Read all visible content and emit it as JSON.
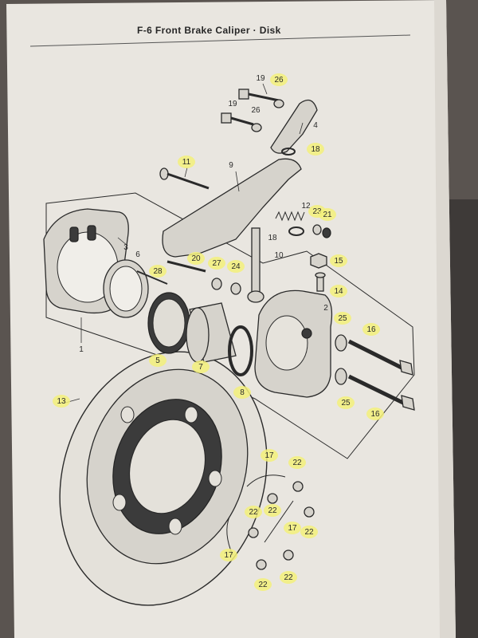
{
  "title": "F-6   Front Brake Caliper · Disk",
  "colors": {
    "paper": "#e9e6e0",
    "ink": "#2a2a2a",
    "highlighter": "#f3f07a",
    "background": "#5a5450"
  },
  "callouts": [
    {
      "id": "c19a",
      "label": "19",
      "highlight": false
    },
    {
      "id": "c26a",
      "label": "26",
      "highlight": true
    },
    {
      "id": "c19b",
      "label": "19",
      "highlight": false
    },
    {
      "id": "c26b",
      "label": "26",
      "highlight": false
    },
    {
      "id": "c4",
      "label": "4",
      "highlight": false
    },
    {
      "id": "c18a",
      "label": "18",
      "highlight": true
    },
    {
      "id": "c11",
      "label": "11",
      "highlight": true
    },
    {
      "id": "c9",
      "label": "9",
      "highlight": false
    },
    {
      "id": "c12",
      "label": "12",
      "highlight": false
    },
    {
      "id": "c23",
      "label": "23",
      "highlight": true
    },
    {
      "id": "c21",
      "label": "21",
      "highlight": true
    },
    {
      "id": "c3",
      "label": "3",
      "highlight": false
    },
    {
      "id": "c6",
      "label": "6",
      "highlight": false
    },
    {
      "id": "c18b",
      "label": "18",
      "highlight": false
    },
    {
      "id": "c10",
      "label": "10",
      "highlight": false
    },
    {
      "id": "c20",
      "label": "20",
      "highlight": true
    },
    {
      "id": "c27",
      "label": "27",
      "highlight": true
    },
    {
      "id": "c24",
      "label": "24",
      "highlight": true
    },
    {
      "id": "c15",
      "label": "15",
      "highlight": true
    },
    {
      "id": "c28",
      "label": "28",
      "highlight": true
    },
    {
      "id": "c14",
      "label": "14",
      "highlight": true
    },
    {
      "id": "c2",
      "label": "2",
      "highlight": false
    },
    {
      "id": "c25a",
      "label": "25",
      "highlight": true
    },
    {
      "id": "c16a",
      "label": "16",
      "highlight": true
    },
    {
      "id": "c1",
      "label": "1",
      "highlight": false
    },
    {
      "id": "c5",
      "label": "5",
      "highlight": true
    },
    {
      "id": "c7",
      "label": "7",
      "highlight": true
    },
    {
      "id": "c8",
      "label": "8",
      "highlight": true
    },
    {
      "id": "c25b",
      "label": "25",
      "highlight": true
    },
    {
      "id": "c16b",
      "label": "16",
      "highlight": true
    },
    {
      "id": "c13",
      "label": "13",
      "highlight": true
    },
    {
      "id": "c17a",
      "label": "17",
      "highlight": true
    },
    {
      "id": "c22a",
      "label": "22",
      "highlight": true
    },
    {
      "id": "c22b",
      "label": "22",
      "highlight": true
    },
    {
      "id": "c22c",
      "label": "22",
      "highlight": true
    },
    {
      "id": "c17b",
      "label": "17",
      "highlight": true
    },
    {
      "id": "c22d",
      "label": "22",
      "highlight": true
    },
    {
      "id": "c17c",
      "label": "17",
      "highlight": true
    },
    {
      "id": "c22e",
      "label": "22",
      "highlight": true
    },
    {
      "id": "c22f",
      "label": "22",
      "highlight": true
    }
  ]
}
